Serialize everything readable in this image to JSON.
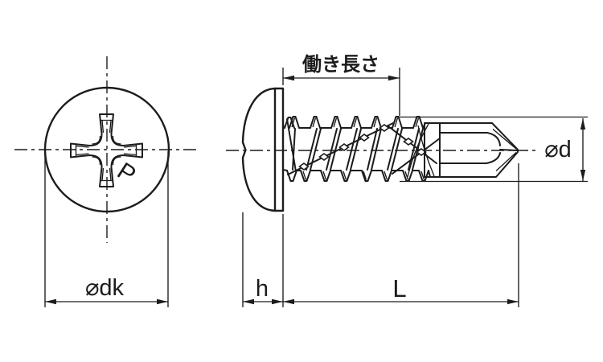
{
  "colors": {
    "line": "#1c1c1c",
    "background": "#ffffff",
    "knot_fill": "#ffffff"
  },
  "labels": {
    "working_length": "働き長さ",
    "head_diameter": "⌀dk",
    "head_height": "h",
    "length": "L",
    "thread_diameter": "⌀d",
    "drive_marking": "P"
  }
}
